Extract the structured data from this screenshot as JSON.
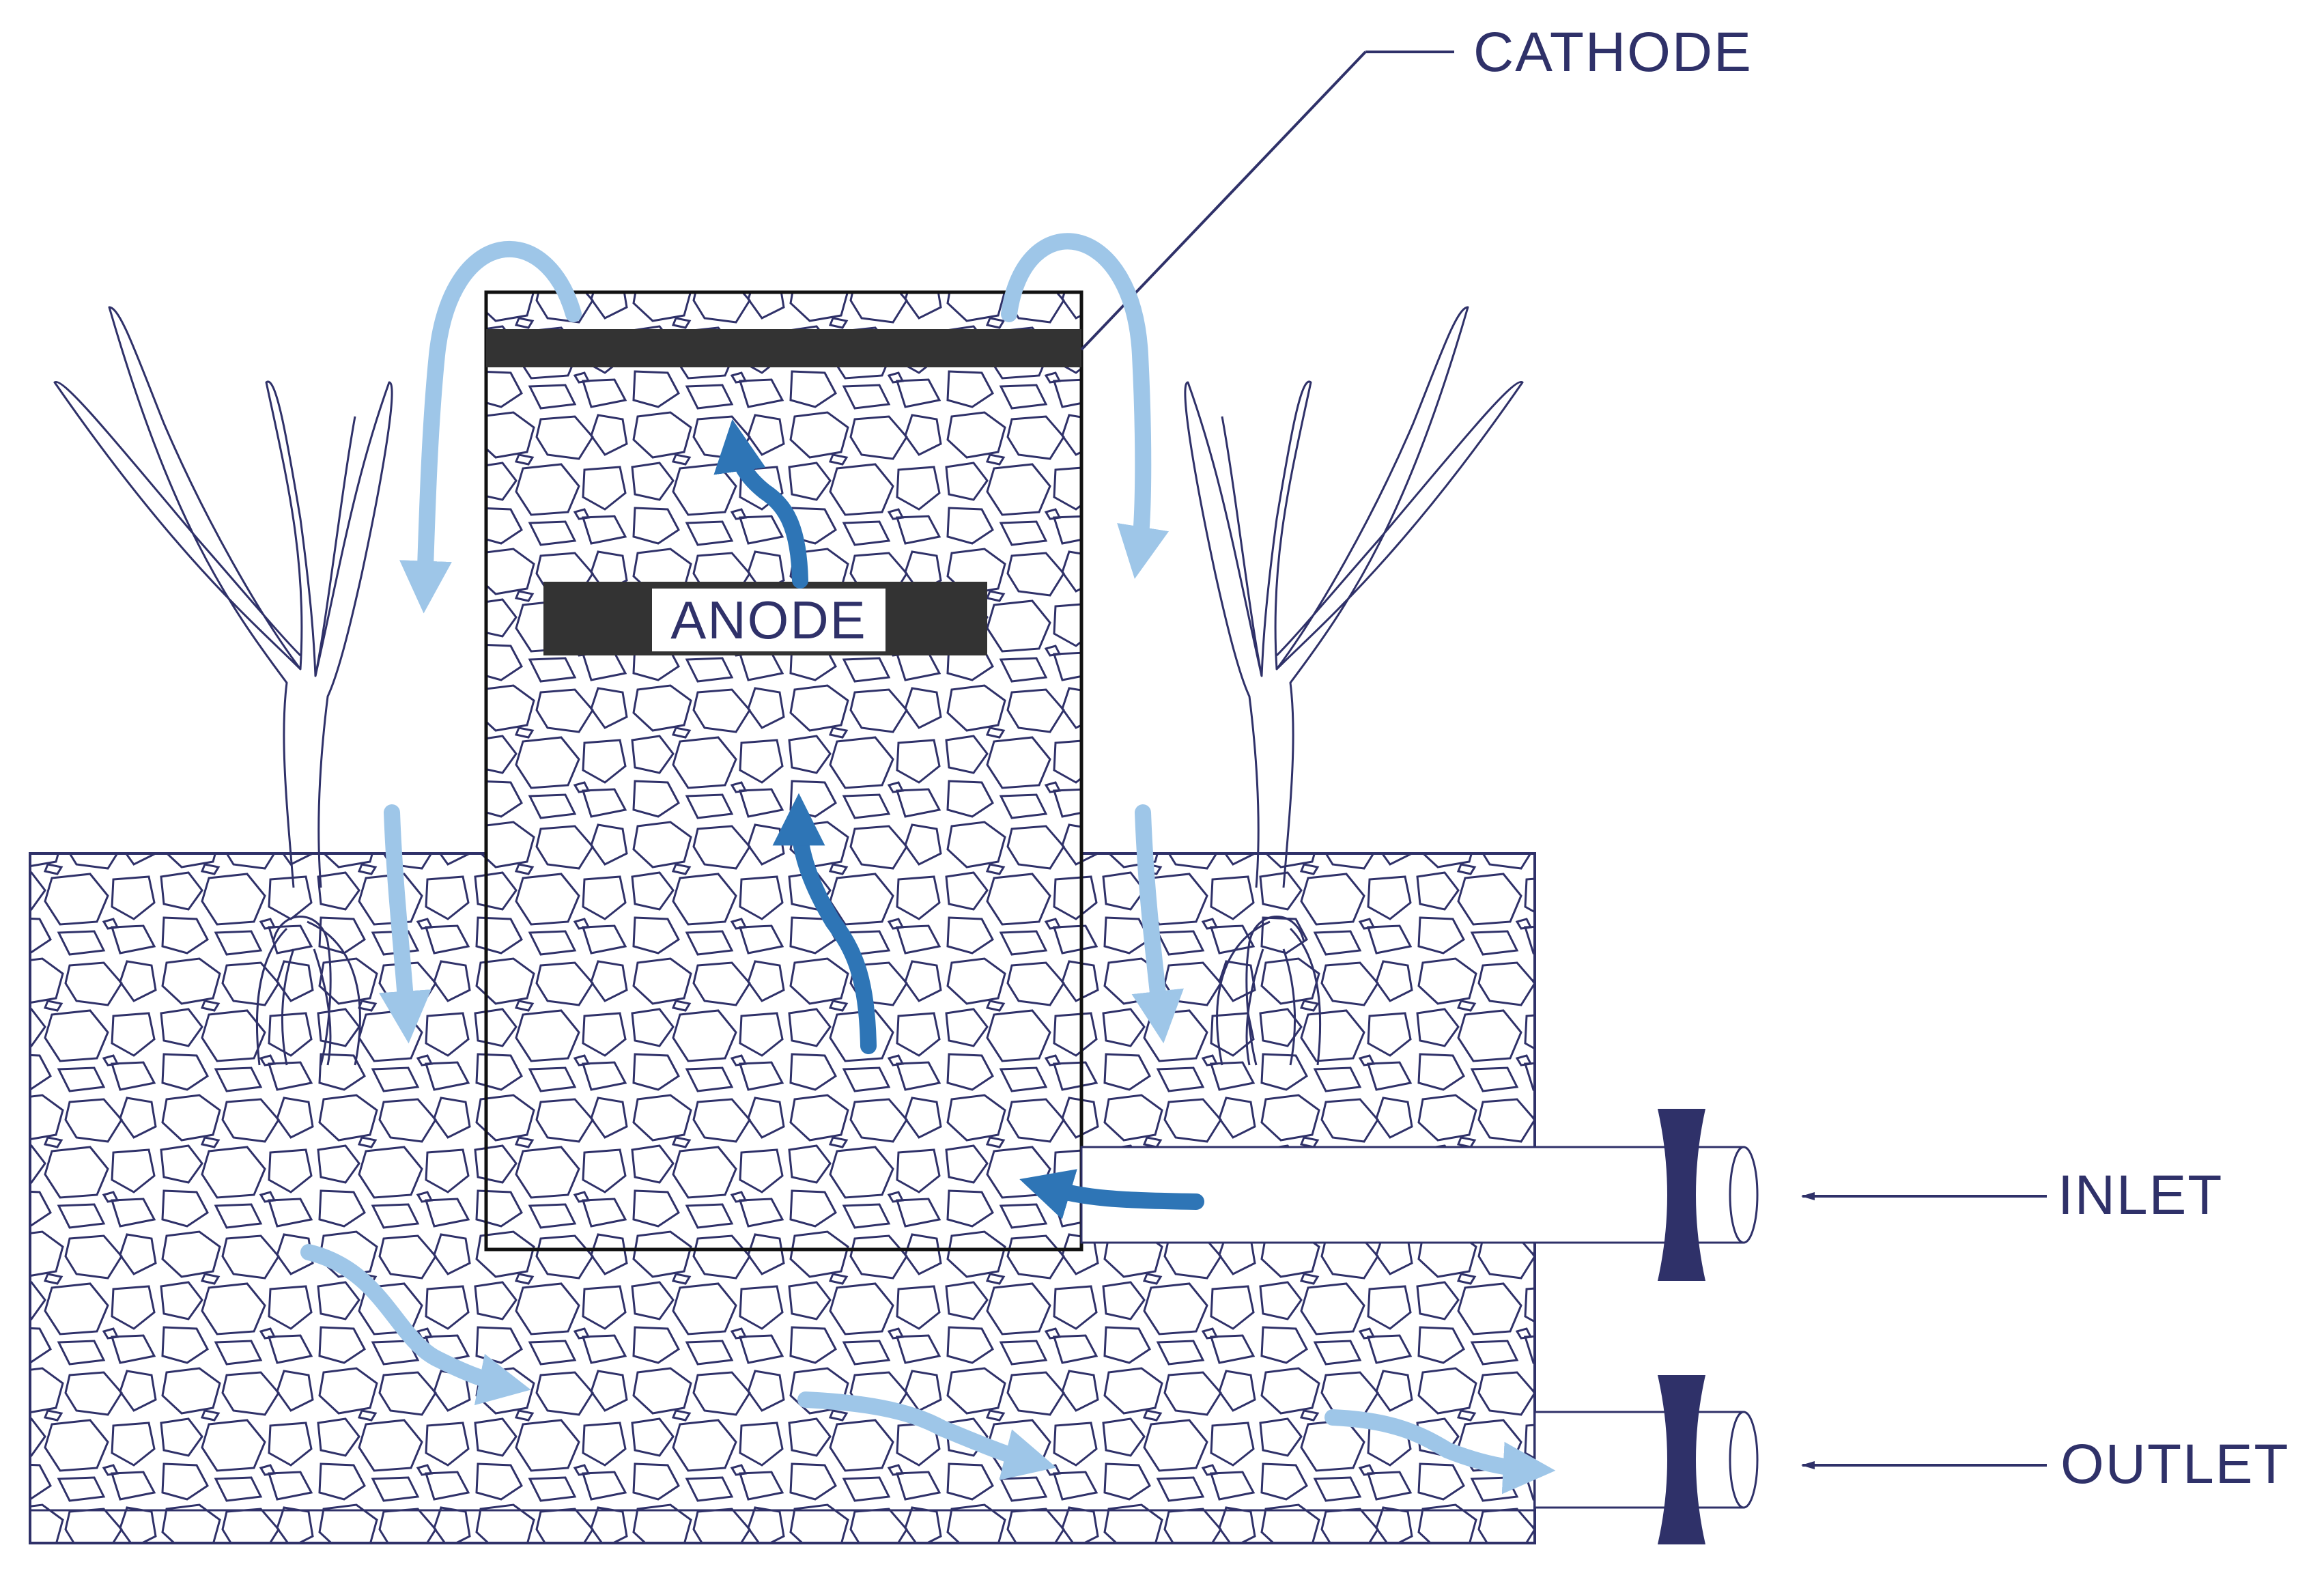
{
  "labels": {
    "cathode": "CATHODE",
    "anode": "ANODE",
    "inlet": "INLET",
    "outlet": "OUTLET"
  },
  "colors": {
    "line": "#2f3169",
    "electrode": "#333333",
    "flow_light": "#9ec6e8",
    "flow_dark": "#2e75b6",
    "valve": "#2f3169"
  },
  "icons": {
    "plant": "reed-plant-icon",
    "valve": "pipe-valve-icon",
    "arrow": "flow-arrow-icon"
  }
}
